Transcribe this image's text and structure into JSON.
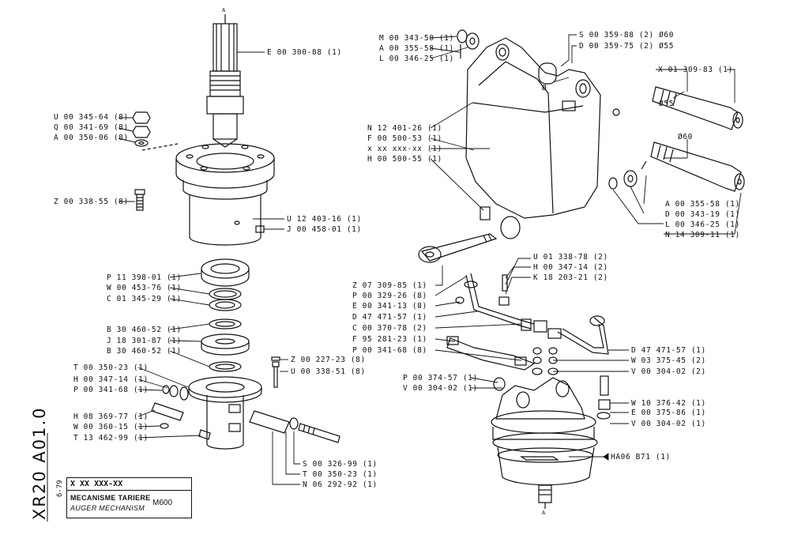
{
  "sheet": {
    "code": "XR20 A01.0",
    "part_number": "X XX XXX-XX",
    "title_fr": "MECANISME TARIERE",
    "title_en": "AUGER MECHANISM",
    "model": "M600",
    "date": "6-79"
  },
  "left_labels": [
    "E 00 300-88 (1)",
    "U 00 345-64 (8)",
    "Q 00 341-69 (8)",
    "A 00 350-06 (8)",
    "Z 00 338-55 (8)",
    "U 12 403-16 (1)",
    "J 00 458-01 (1)",
    "P 11 398-01 (1)",
    "W 00 453-76 (1)",
    "C 01 345-29 (1)",
    "B 30 460-52 (1)",
    "J 18 301-87 (1)",
    "B 30 460-52 (1)",
    "Z 00 227-23 (8)",
    "U 00 338-51 (8)",
    "T 00 350-23 (1)",
    "H 00 347-14 (1)",
    "P 00 341-68 (1)",
    "H 08 369-77 (1)",
    "W 00 360-15 (1)",
    "T 13 462-99 (1)",
    "S 00 326-99 (1)",
    "T 00 350-23 (1)",
    "N 06 292-92 (1)"
  ],
  "right_labels": [
    "M 00 343-50 (1)",
    "A 00 355-58 (1)",
    "L 00 346-25 (1)",
    "S 00 359-88 (2) Ø60",
    "D 00 359-75 (2) Ø55",
    "X 01 309-83 (1)",
    "Ø55",
    "N 12 401-26 (1)",
    "F 00 500-53 (1)",
    "x xx xxx-xx (1)",
    "H 00 500-55 (1)",
    "Ø60",
    "A 00 355-58 (1)",
    "D 00 343-19 (1)",
    "L 00 346-25 (1)",
    "N 14 309-11 (1)",
    "U 01 338-78 (2)",
    "H 00 347-14 (2)",
    "K 18 203-21 (2)",
    "Z 07 309-85 (1)",
    "P 00 329-26 (8)",
    "E 00 341-13 (8)",
    "D 47 471-57 (1)",
    "C 00 370-78 (2)",
    "F 95 281-23 (1)",
    "P 00 341-68 (8)",
    "D 47 471-57 (1)",
    "W 03 375-45 (2)",
    "V 00 304-02 (2)",
    "P 00 374-57 (1)",
    "V 00 304-02 (1)",
    "W 10 376-42 (1)",
    "E 00 375-86 (1)",
    "V 00 304-02 (1)",
    "HA06 B71 (1)",
    "Ø",
    "A",
    "A"
  ]
}
